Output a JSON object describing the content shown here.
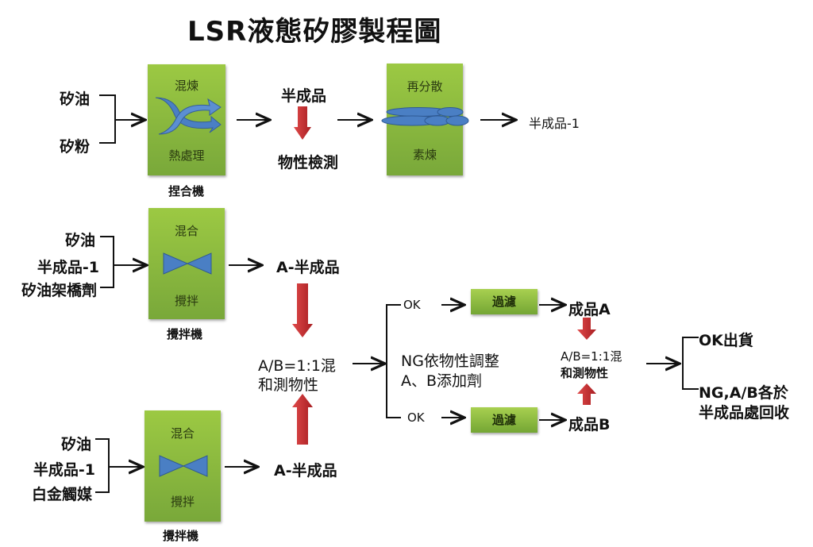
{
  "title": "LSR液態矽膠製程圖",
  "row1": {
    "inputs": [
      "矽油",
      "矽粉"
    ],
    "machine": {
      "top": "混煉",
      "bottom": "熱處理",
      "name": "捏合機",
      "icon": "exchange-arrows-icon"
    },
    "product": "半成品",
    "test": "物性檢測",
    "machine2": {
      "top": "再分散",
      "bottom": "素煉",
      "icon": "rollers-icon"
    },
    "output": "半成品-1"
  },
  "row2": {
    "inputs": [
      "矽油",
      "半成品-1",
      "矽油架橋劑"
    ],
    "machine": {
      "top": "混合",
      "bottom": "攪拌",
      "name": "攪拌機",
      "icon": "bowtie-mixer-icon"
    },
    "output": "A-半成品"
  },
  "row3": {
    "inputs": [
      "矽油",
      "半成品-1",
      "白金觸媒"
    ],
    "machine": {
      "top": "混合",
      "bottom": "攪拌",
      "name": "攪拌機",
      "icon": "bowtie-mixer-icon"
    },
    "output": "A-半成品"
  },
  "mix1": {
    "line1": "A/B=1:1混",
    "line2": "和測物性"
  },
  "branch": {
    "ok_top": "OK",
    "ok_bottom": "OK",
    "ng_line1": "NG依物性調整",
    "ng_line2": "A、B添加劑",
    "filter_top": "過濾",
    "filter_bottom": "過濾",
    "product_a": "成品A",
    "product_b": "成品B"
  },
  "mix2": {
    "line1": "A/B=1:1混",
    "line2": "和測物性"
  },
  "final": {
    "ok": "OK出貨",
    "ng_line1": "NG,A/B各於",
    "ng_line2": "半成品處回收"
  },
  "colors": {
    "machine_green": "#8dbb3f",
    "icon_blue": "#4a7fc4",
    "arrow_red": "#c0282d"
  }
}
